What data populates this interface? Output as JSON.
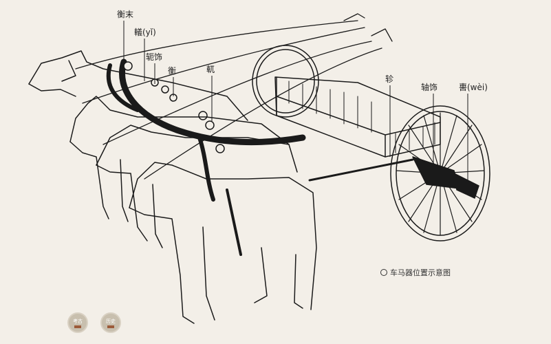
{
  "labels": {
    "hengmo": "衡末",
    "yi": "轙(yǐ)",
    "yangshi": "轭饰",
    "heng": "衡",
    "e": "軏",
    "zhen": "轸",
    "zhoushi": "轴饰",
    "wei": "軎(wèi)"
  },
  "caption": "车马器位置示意图",
  "badges": {
    "archaeology": "考古",
    "history": "历史"
  },
  "colors": {
    "background": "#f3efe8",
    "ink": "#1a1a1a",
    "badge": "#c8bfae"
  }
}
